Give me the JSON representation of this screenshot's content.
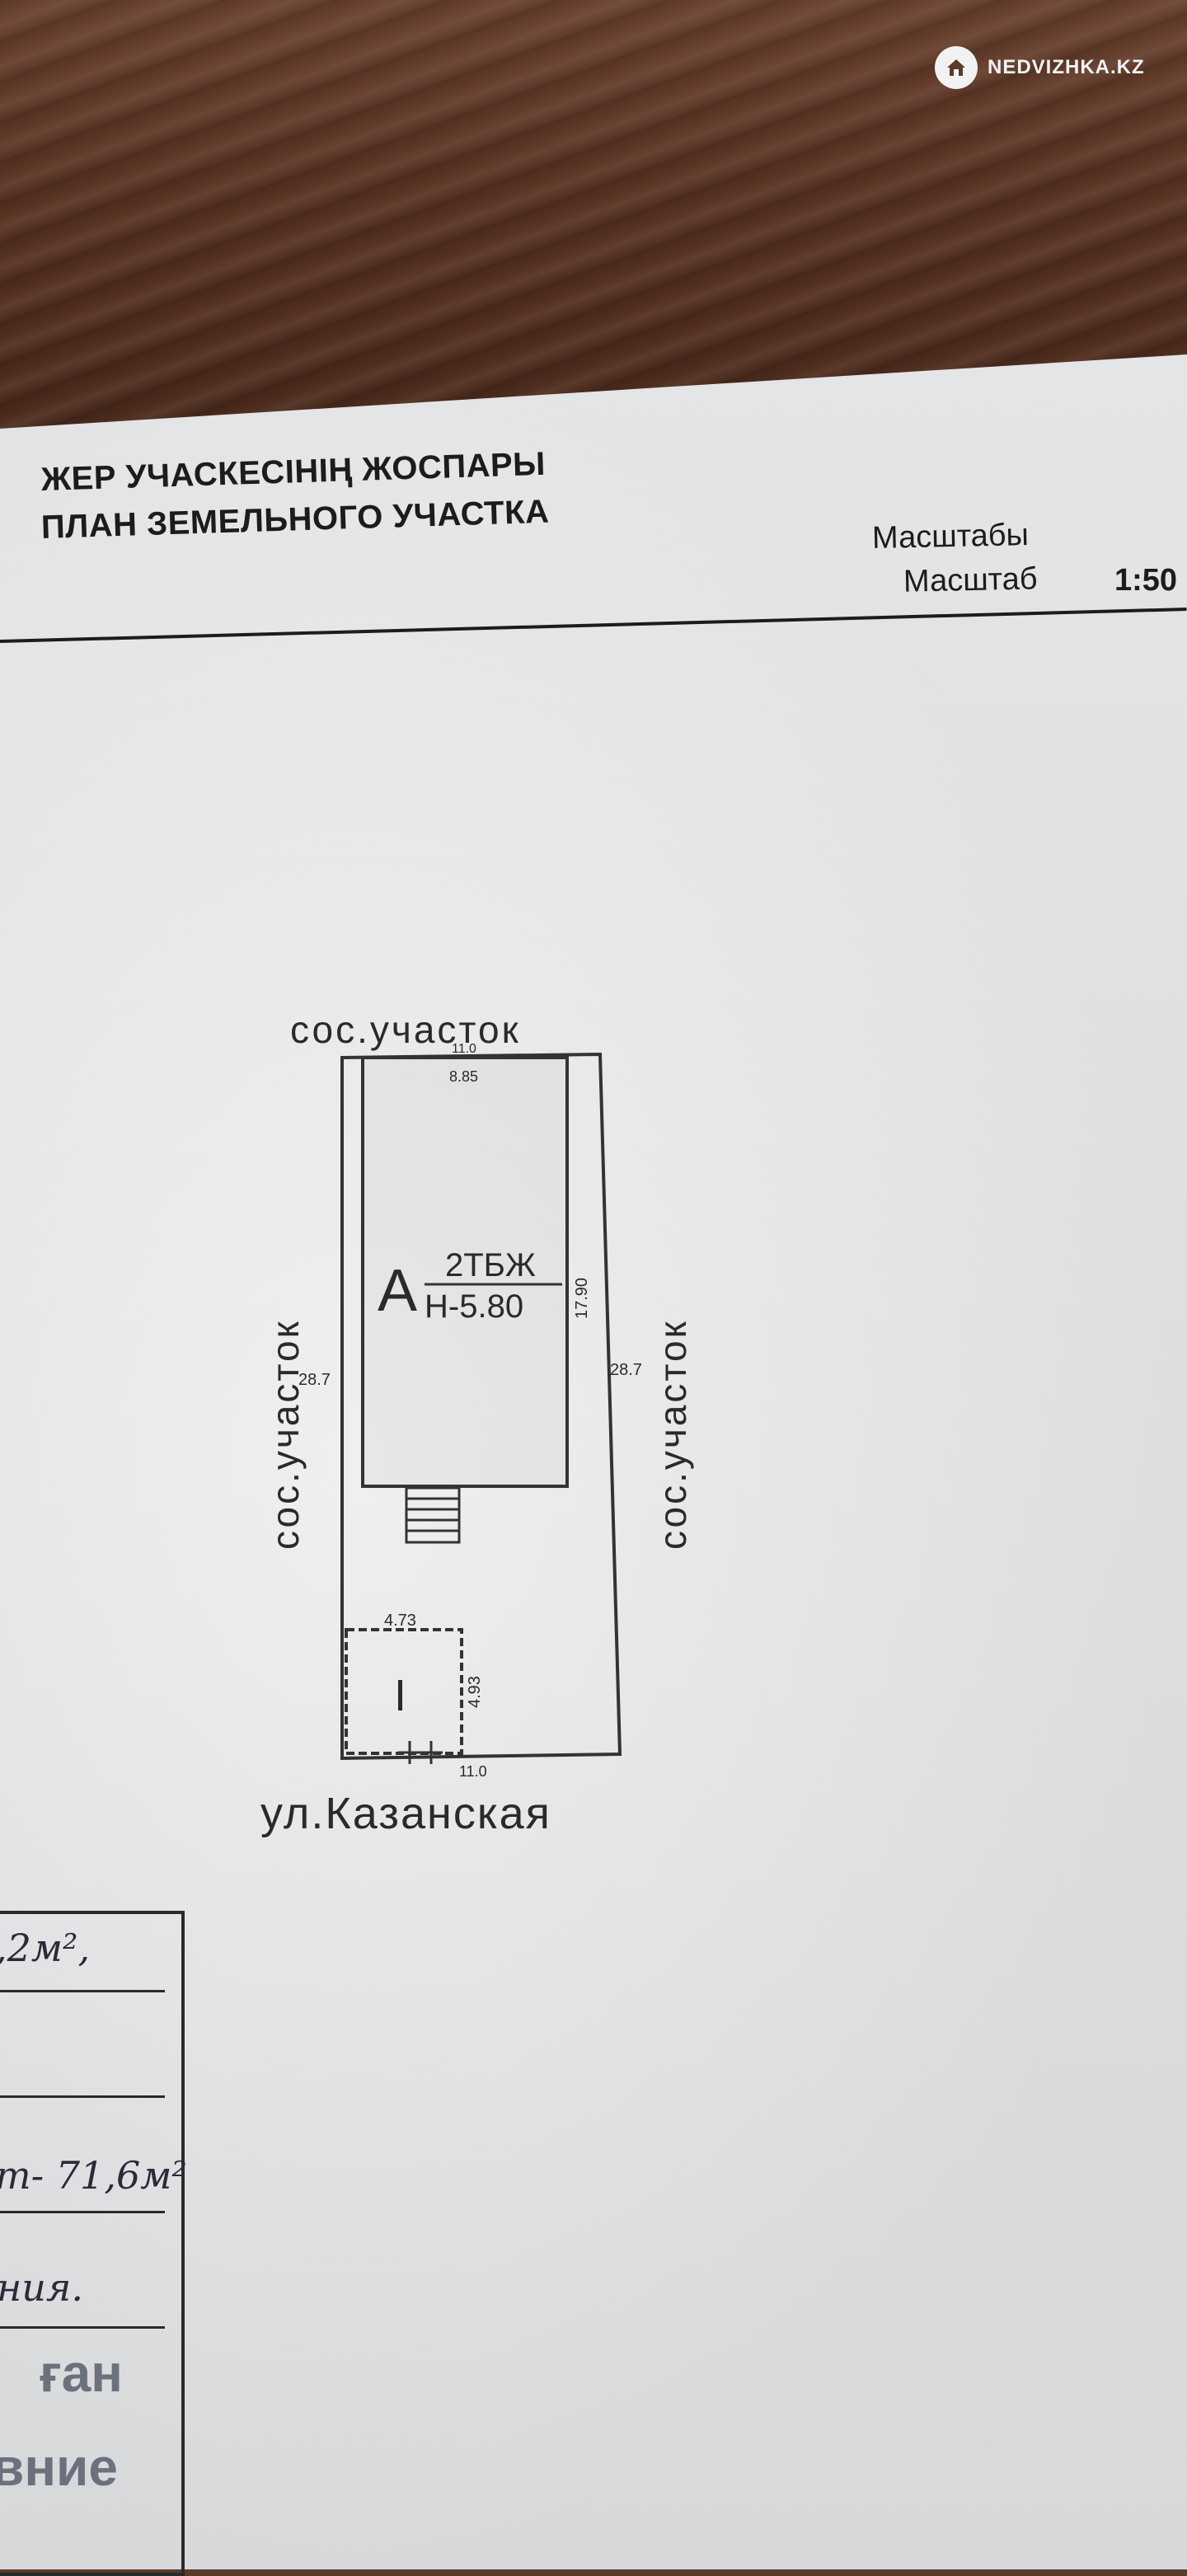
{
  "watermark": {
    "text": "NEDVIZHKA.KZ",
    "icon": "house-icon"
  },
  "header": {
    "title_kz": "ЖЕР УЧАСКЕСІНІҢ ЖОСПАРЫ",
    "title_ru": "ПЛАН ЗЕМЕЛЬНОГО УЧАСТКА",
    "scale_label_kz": "Масштабы",
    "scale_label_ru": "Масштаб",
    "scale_value": "1:50"
  },
  "plan": {
    "north_neighbor": "сос.участок",
    "west_neighbor": "сос.участок",
    "east_neighbor": "сос.участок",
    "street": "ул.Казанская",
    "top_width": "11.0",
    "bottom_width": "11.0",
    "left_length": "28.7",
    "right_length": "28.7",
    "building_width": "8.85",
    "building_length": "17.90",
    "building_letter": "А",
    "building_material": "2ТБЖ",
    "building_height": "Н-5.80",
    "outbuilding_width": "4.73",
    "outbuilding_length": "4.93",
    "outbuilding_label": "I"
  },
  "stamp": {
    "row1": ",2м²,",
    "row2": "т- 71,6м²",
    "row3": "ния.",
    "stamp_line1": "ған",
    "stamp_line2": "вние"
  }
}
